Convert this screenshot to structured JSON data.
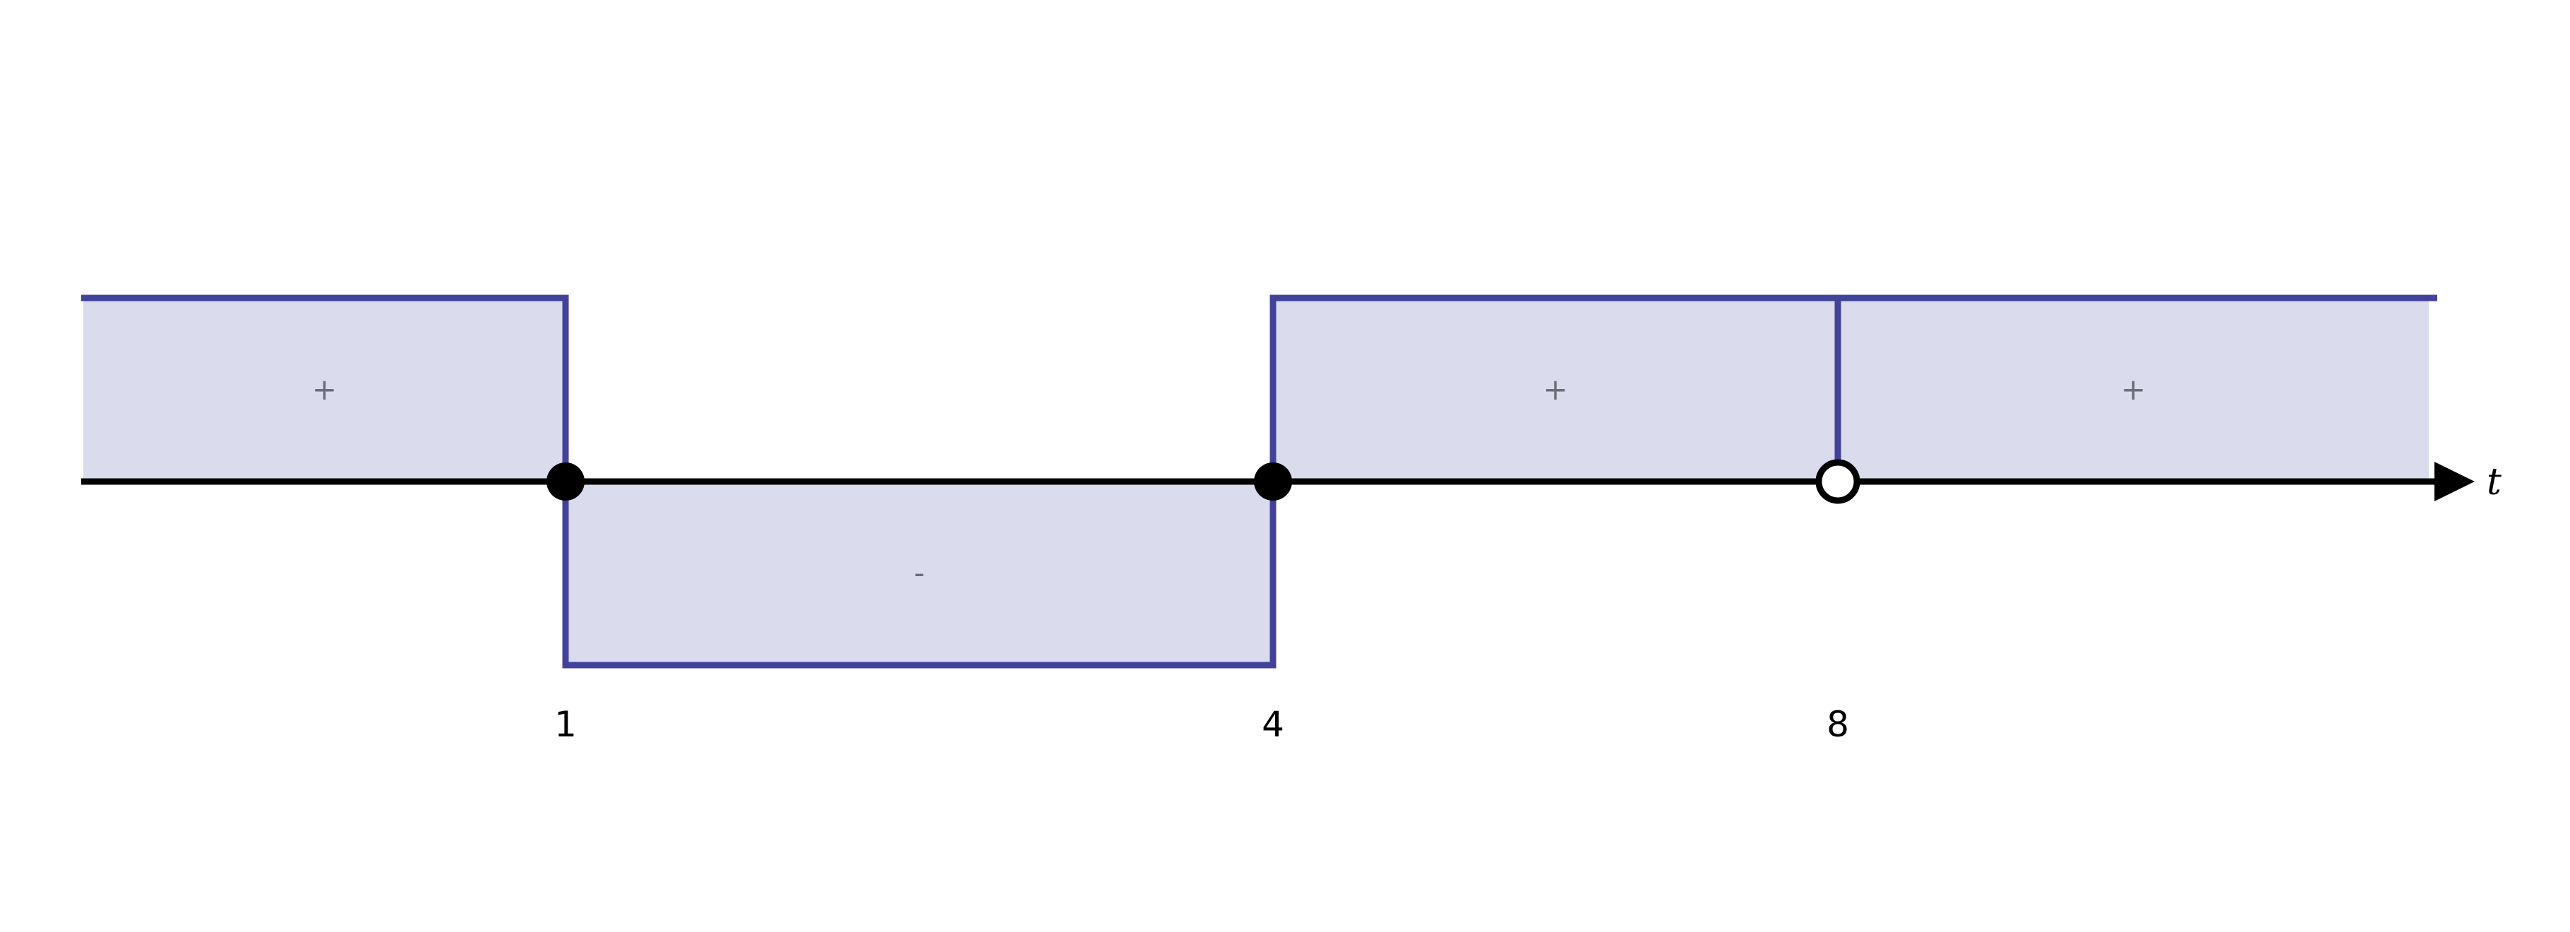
{
  "diagram": {
    "type": "sign-chart",
    "axis_variable": "t",
    "critical_points": [
      {
        "value": 1,
        "label": "1",
        "kind": "zero"
      },
      {
        "value": 4,
        "label": "4",
        "kind": "zero"
      },
      {
        "value": 8,
        "label": "8",
        "kind": "excluded"
      }
    ],
    "intervals": [
      {
        "from": null,
        "to": 1,
        "sign": "+"
      },
      {
        "from": 1,
        "to": 4,
        "sign": "-"
      },
      {
        "from": 4,
        "to": 8,
        "sign": "+"
      },
      {
        "from": 8,
        "to": null,
        "sign": "+"
      }
    ],
    "colors": {
      "fill": "#dadbec",
      "outline": "#43429b",
      "axis": "#000000",
      "sign_text": "#6c6d78",
      "filled_point": "#000000",
      "open_point_fill": "#ffffff"
    }
  }
}
